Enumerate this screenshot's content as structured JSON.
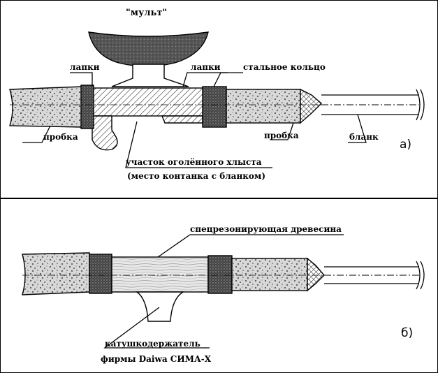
{
  "panel_a": {
    "tag": "а)",
    "labels": {
      "reel": "\"мульт\"",
      "lapki_left": "лапки",
      "lapki_right": "лапки",
      "steel_ring": "стальное кольцо",
      "cork_left": "пробка",
      "cork_right": "пробка",
      "blank": "бланк",
      "exposed_line1": "участок оголённого хлыста",
      "exposed_line2": "(место контанка с бланком)"
    }
  },
  "panel_b": {
    "tag": "б)",
    "labels": {
      "wood": "спецрезонирующая древесина",
      "holder_line1": "катушкодержатель",
      "holder_line2": "фирмы Daiwa СИМА-X"
    }
  },
  "colors": {
    "stroke": "#000000",
    "background": "#ffffff",
    "fill_dark": "#5a5a5a"
  }
}
